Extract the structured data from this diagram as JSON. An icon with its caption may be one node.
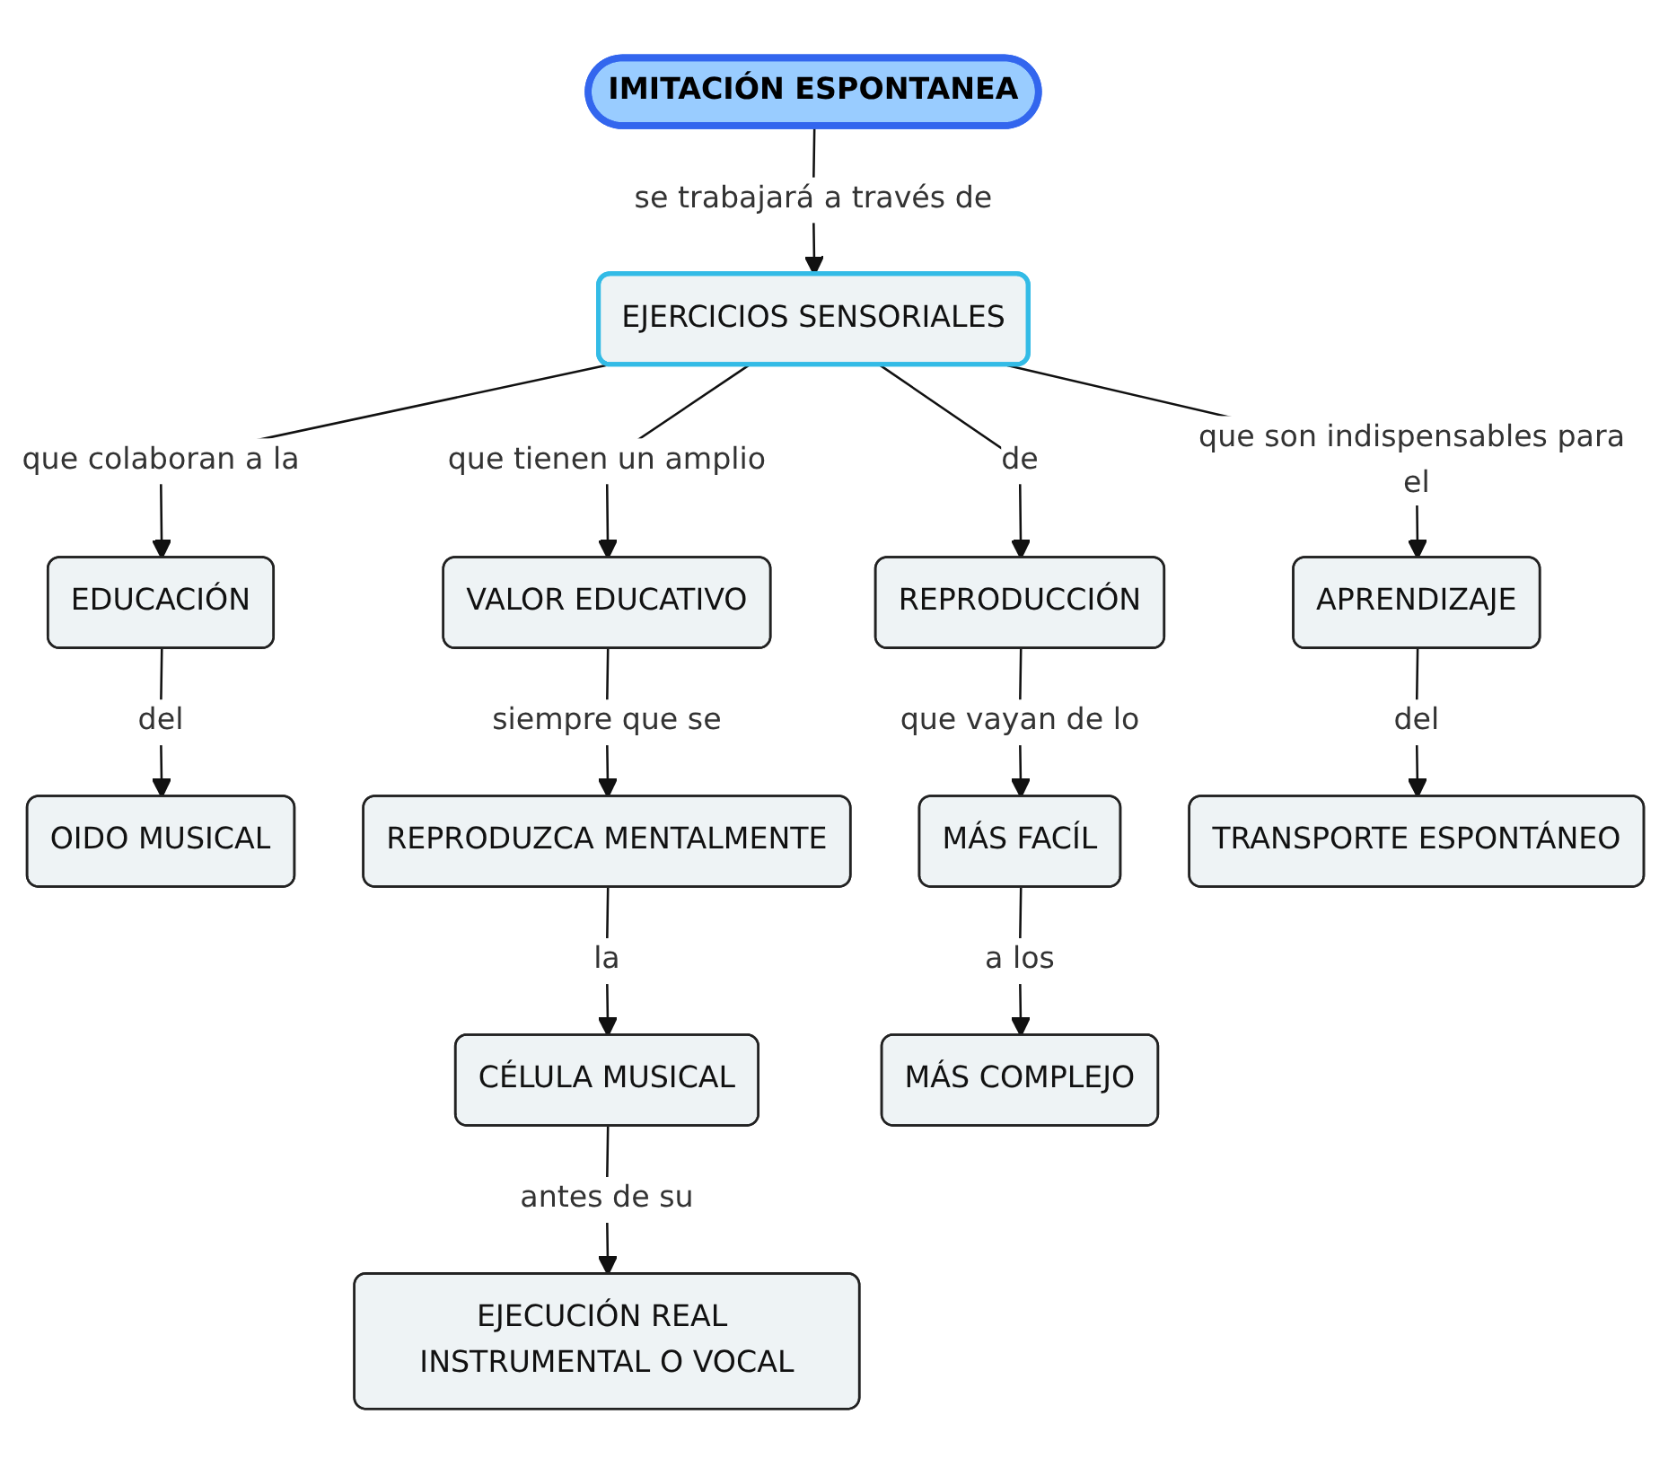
{
  "diagram": {
    "nodes": [
      {
        "text": [
          "IMITACIÓN ESPONTANEA"
        ]
      },
      {
        "text": [
          "EJERCICIOS SENSORIALES"
        ]
      },
      {
        "text": [
          "EDUCACIÓN"
        ]
      },
      {
        "text": [
          "VALOR EDUCATIVO"
        ]
      },
      {
        "text": [
          "REPRODUCCIÓN"
        ]
      },
      {
        "text": [
          "APRENDIZAJE"
        ]
      },
      {
        "text": [
          "OIDO MUSICAL"
        ]
      },
      {
        "text": [
          "REPRODUZCA MENTALMENTE"
        ]
      },
      {
        "text": [
          "MÁS FACÍL"
        ]
      },
      {
        "text": [
          "TRANSPORTE ESPONTÁNEO"
        ]
      },
      {
        "text": [
          "CÉLULA MUSICAL"
        ]
      },
      {
        "text": [
          "MÁS COMPLEJO"
        ]
      },
      {
        "text": [
          "EJECUCIÓN REAL INSTRUMENTAL O VOCAL"
        ]
      }
    ],
    "edges": [
      {
        "from": 0,
        "to": 1,
        "arrow": "to",
        "label": "se trabajará a través de"
      },
      {
        "from": 1,
        "to": 2,
        "arrow": "to",
        "label": "que colaboran a la"
      },
      {
        "from": 1,
        "to": 3,
        "arrow": "to",
        "label": "que tienen un amplio"
      },
      {
        "from": 1,
        "to": 4,
        "arrow": "to",
        "label": "de"
      },
      {
        "from": 1,
        "to": 5,
        "arrow": "to",
        "label": "que son indispensables para el"
      },
      {
        "from": 2,
        "to": 6,
        "arrow": "to",
        "label": "del"
      },
      {
        "from": 3,
        "to": 7,
        "arrow": "to",
        "label": "siempre que se"
      },
      {
        "from": 4,
        "to": 8,
        "arrow": "to",
        "label": "que vayan de lo"
      },
      {
        "from": 5,
        "to": 9,
        "arrow": "to",
        "label": "del"
      },
      {
        "from": 7,
        "to": 10,
        "arrow": "to",
        "label": "la"
      },
      {
        "from": 8,
        "to": 11,
        "arrow": "to",
        "label": "a los"
      },
      {
        "from": 10,
        "to": 12,
        "arrow": "to",
        "label": "antes de su"
      }
    ]
  }
}
